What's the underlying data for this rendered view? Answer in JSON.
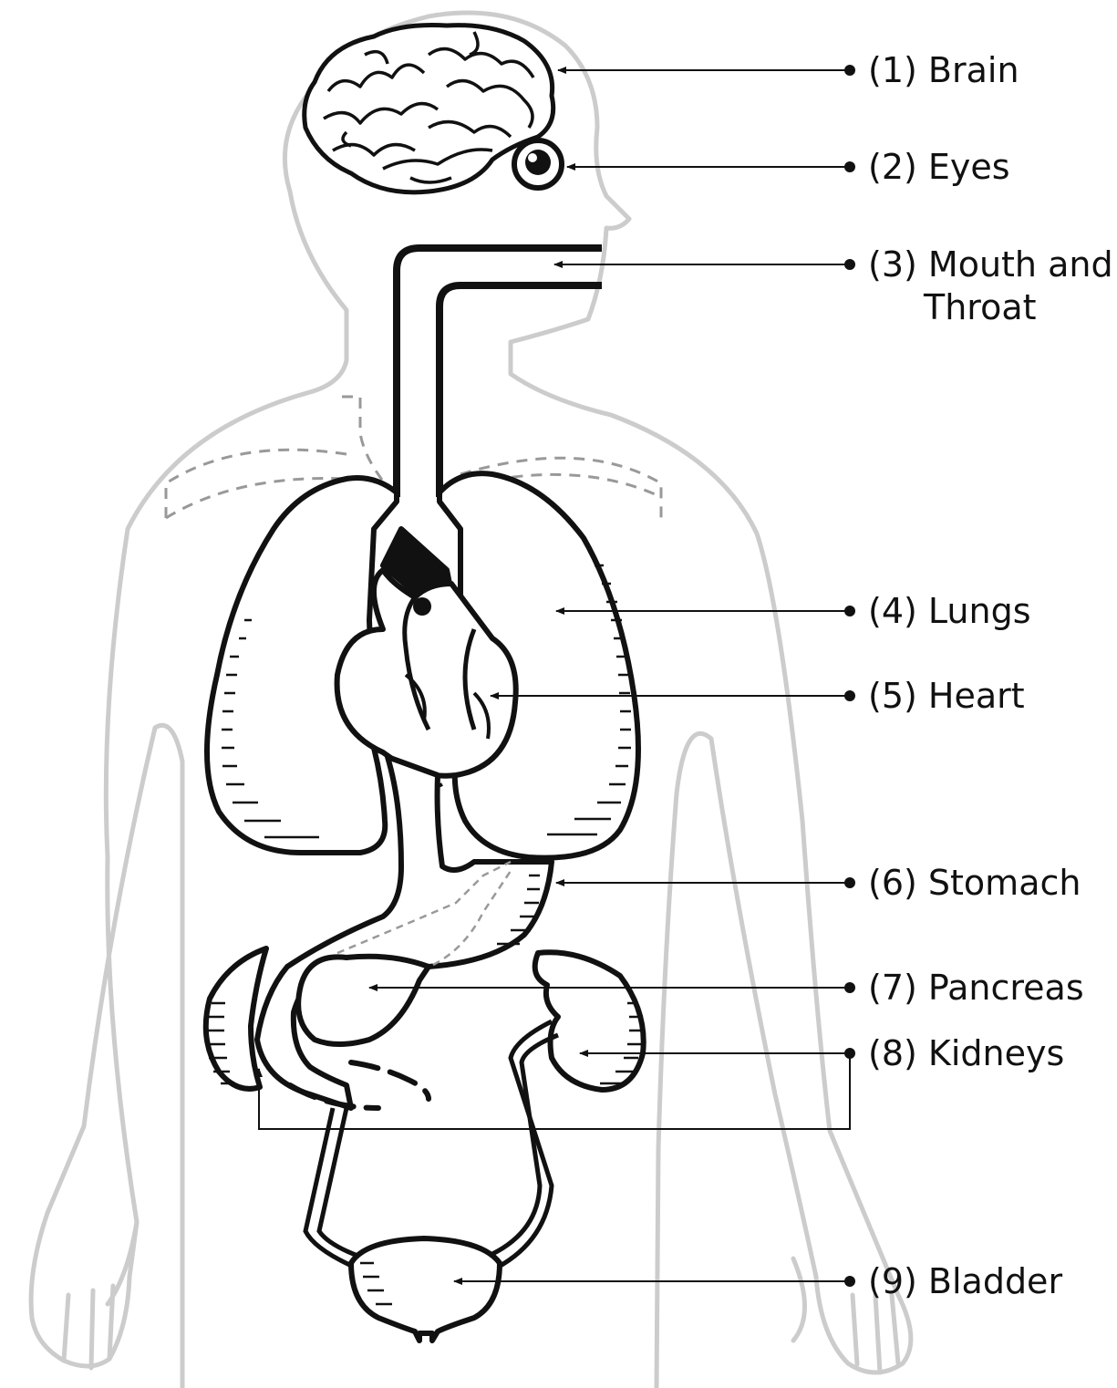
{
  "diagram": {
    "labels": [
      {
        "id": "brain",
        "text": "(1) Brain"
      },
      {
        "id": "eyes",
        "text": "(2) Eyes"
      },
      {
        "id": "mouth",
        "text": "(3) Mouth and",
        "text2": "Throat"
      },
      {
        "id": "lungs",
        "text": "(4) Lungs"
      },
      {
        "id": "heart",
        "text": "(5) Heart"
      },
      {
        "id": "stomach",
        "text": "(6) Stomach"
      },
      {
        "id": "pancreas",
        "text": "(7) Pancreas"
      },
      {
        "id": "kidneys",
        "text": "(8) Kidneys"
      },
      {
        "id": "bladder",
        "text": "(9) Bladder"
      }
    ]
  },
  "colors": {
    "outline": "#111111",
    "body_silhouette": "#cccccc",
    "dashed": "#999999"
  }
}
